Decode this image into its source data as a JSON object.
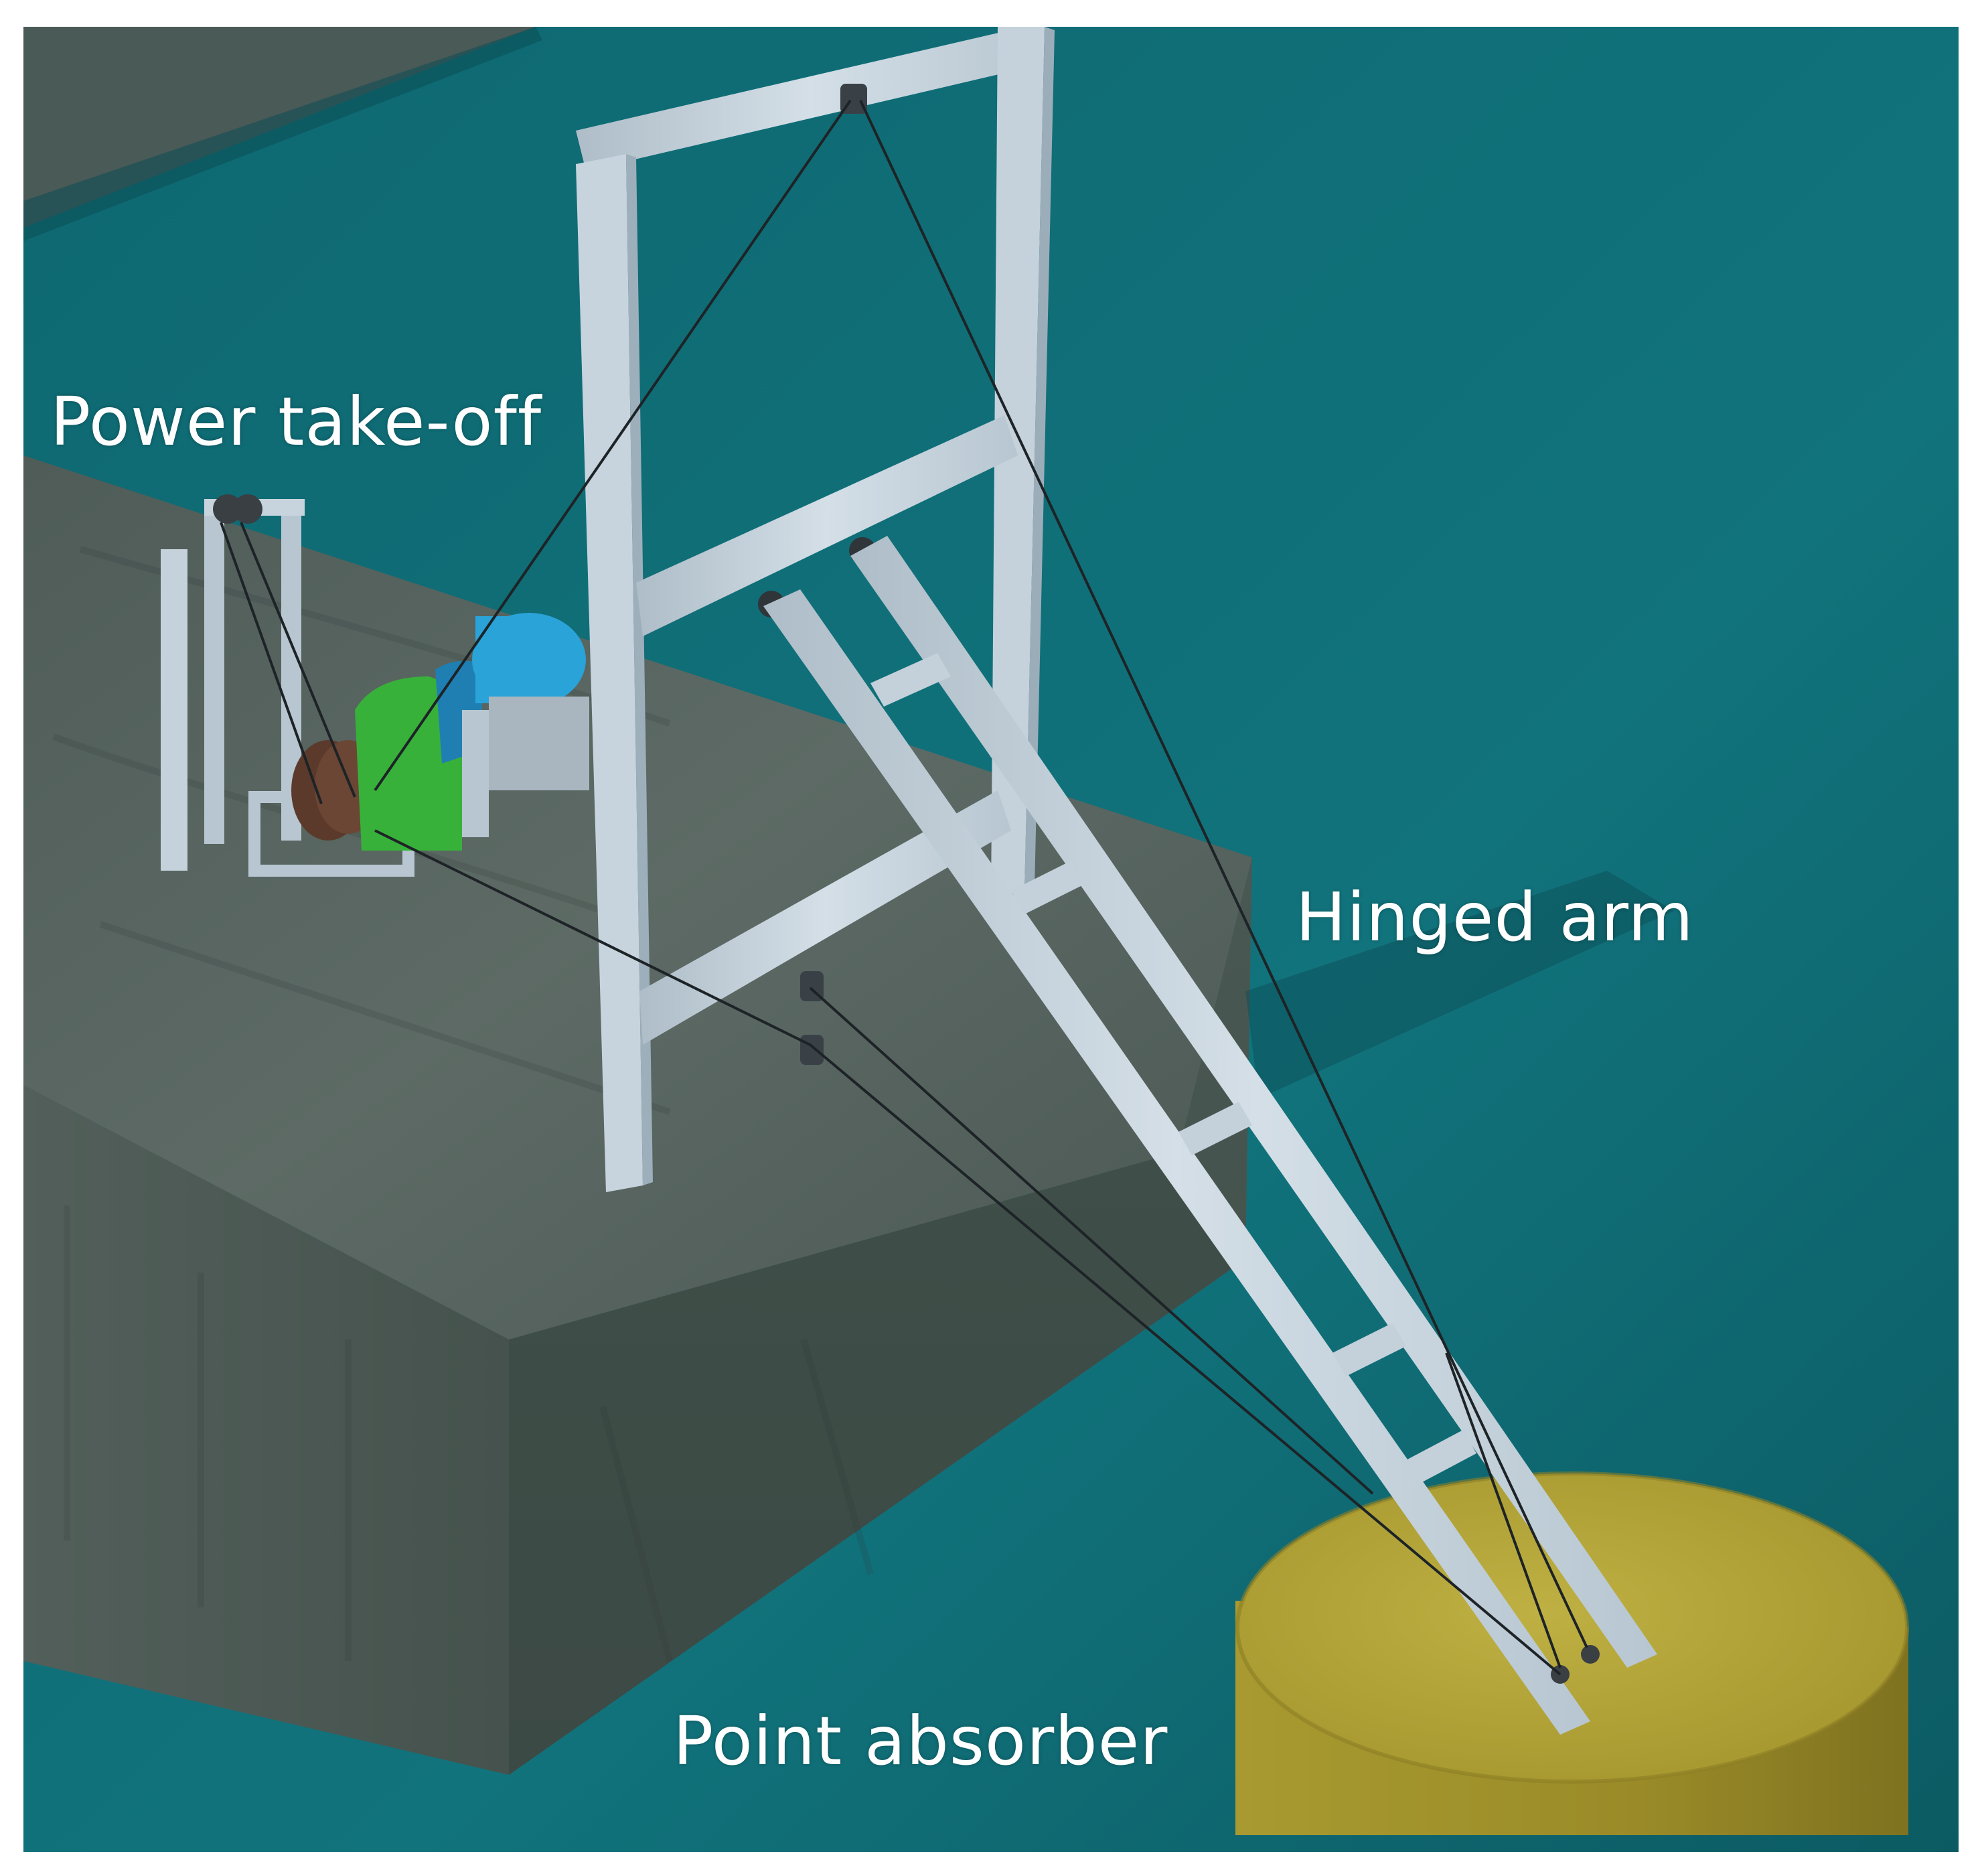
{
  "labels": {
    "power_take_off": "Power take-off",
    "hinged_arm": "Hinged arm",
    "point_absorber": "Point absorber"
  },
  "colors": {
    "water": "#0f6a73",
    "water_deep": "#0b565f",
    "concrete_top": "#56645f",
    "concrete_side": "#47554f",
    "steel": "#c9d6e0",
    "steel_shade": "#9fb0bd",
    "buoy_top": "#b2a43a",
    "buoy_side": "#948526",
    "generator_blue": "#2aa3d8",
    "gearbox_green": "#38b13a",
    "drum_brown": "#5b3a2c",
    "label_text": "#ffffff"
  }
}
